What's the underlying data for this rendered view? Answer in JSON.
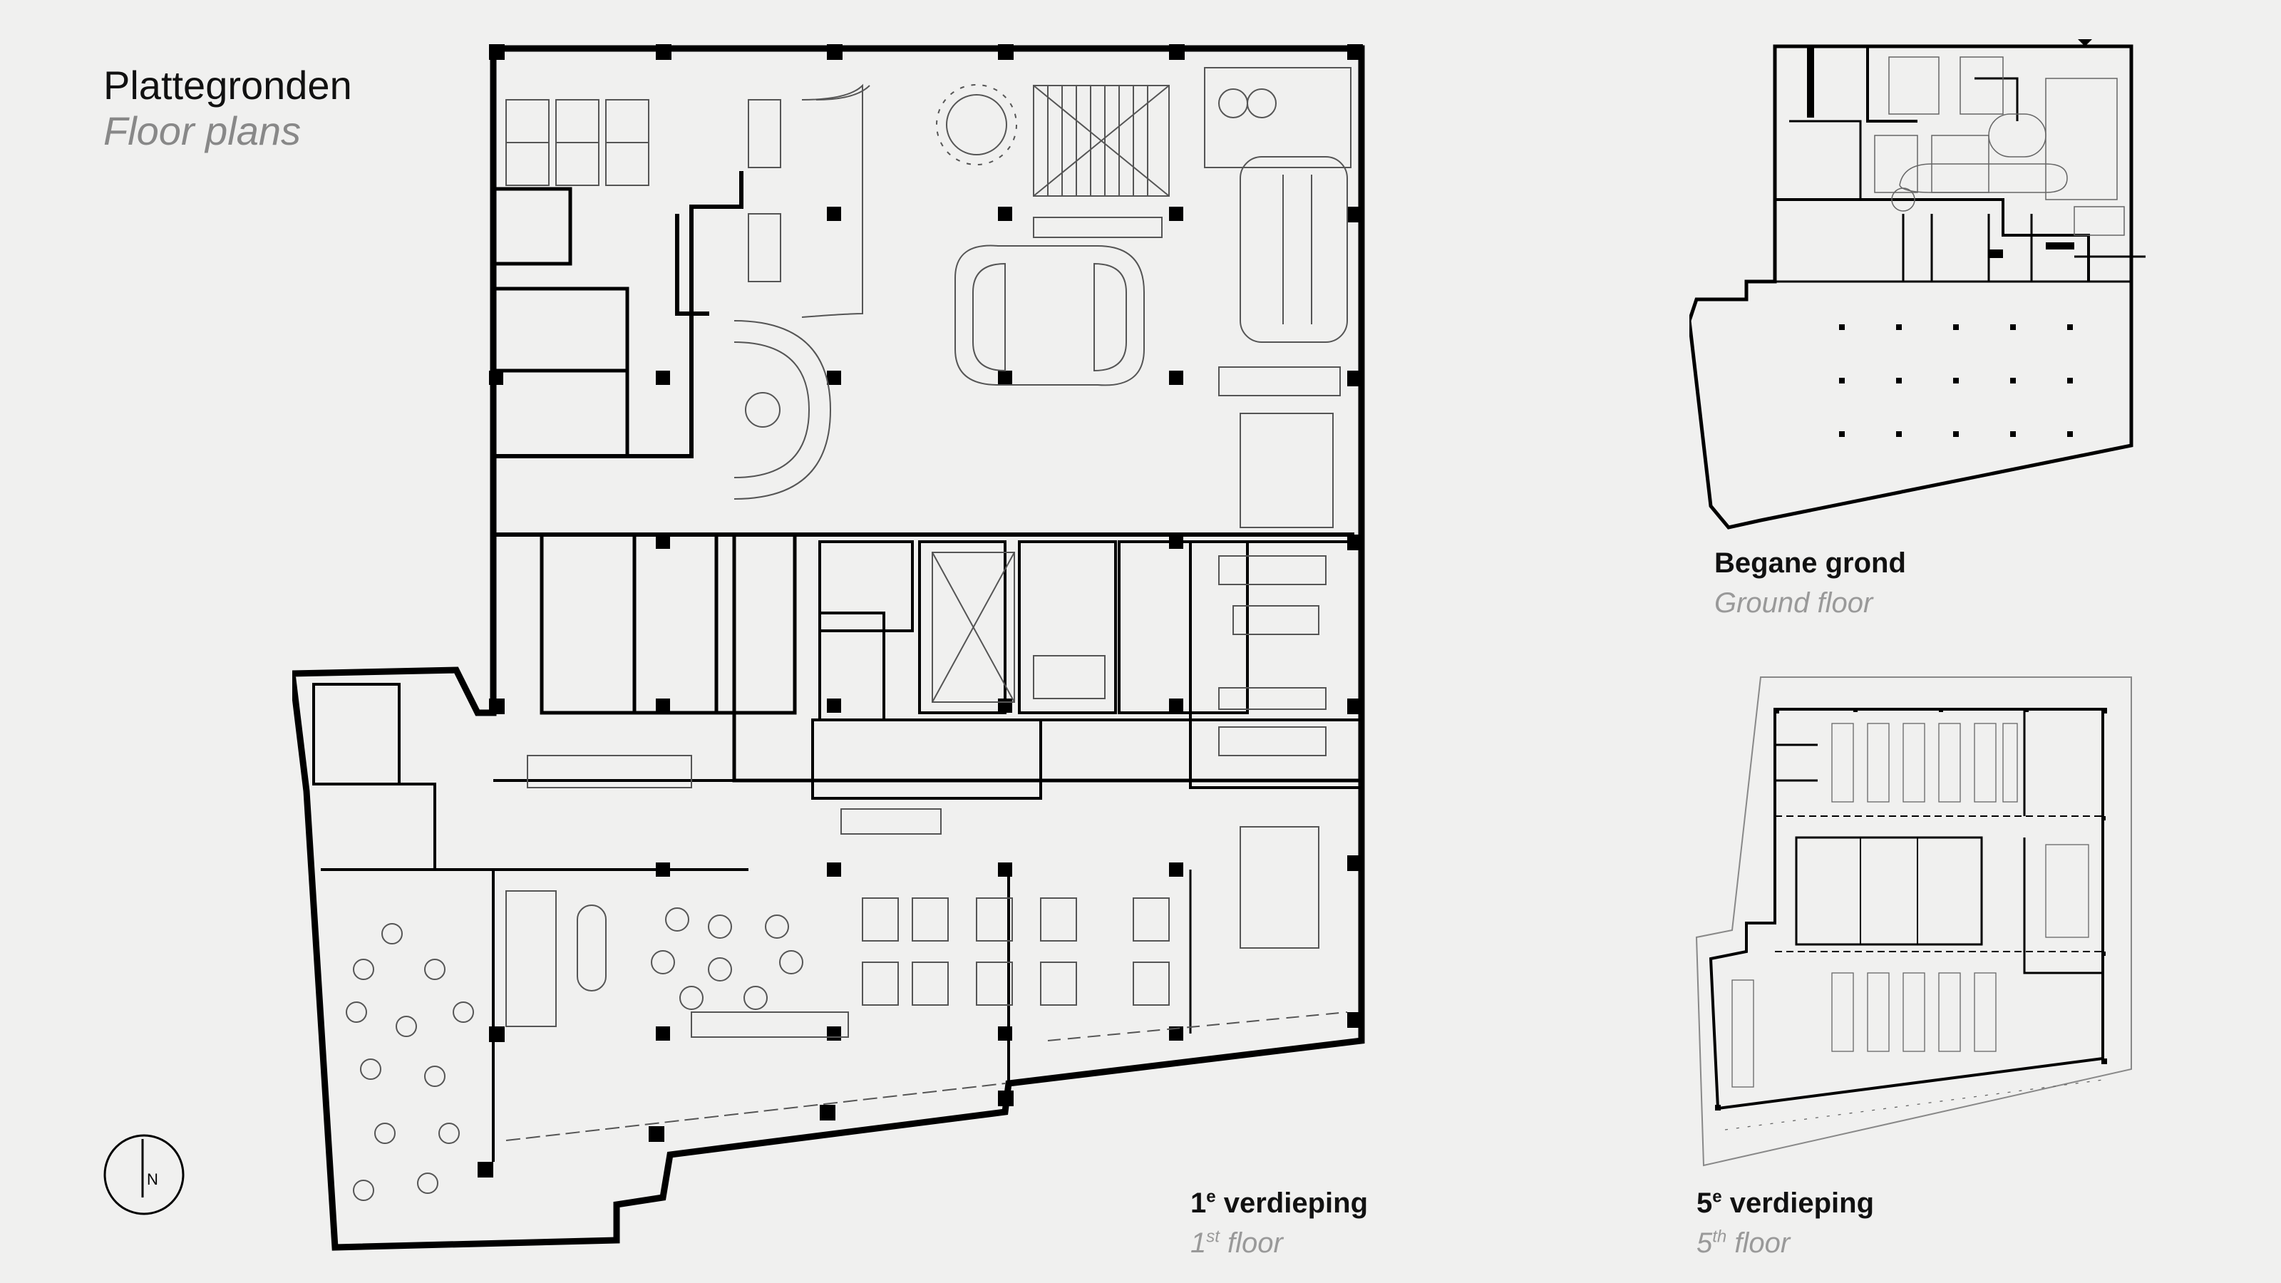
{
  "header": {
    "title": "Plattegronden",
    "subtitle": "Floor plans"
  },
  "plans": {
    "first": {
      "label_num": "1",
      "label_sup": "e",
      "label_nl": "verdieping",
      "en_num": "1",
      "en_sup": "st",
      "label_en": "floor"
    },
    "ground": {
      "label_nl": "Begane grond",
      "label_en": "Ground floor"
    },
    "fifth": {
      "label_num": "5",
      "label_sup": "e",
      "label_nl": "verdieping",
      "en_num": "5",
      "en_sup": "th",
      "label_en": "floor"
    }
  },
  "compass": {
    "letter": "N"
  },
  "colors": {
    "background": "#f0f0ef",
    "wall": "#000000",
    "furniture": "#555555",
    "caption": "#999999"
  }
}
